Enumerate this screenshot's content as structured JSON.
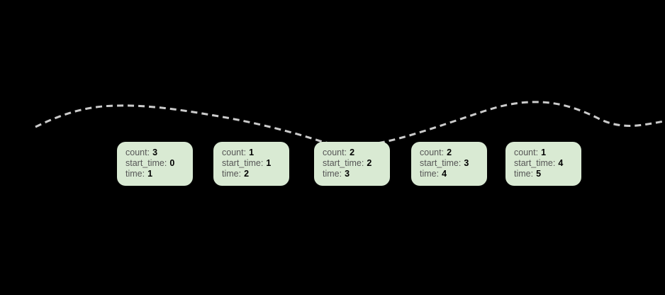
{
  "colors": {
    "background": "#000000",
    "box_fill": "#d9ead3",
    "label_text": "#565656",
    "value_text": "#000000",
    "curve": "#cbcbcb"
  },
  "curve": {
    "color": "#cbcbcb",
    "style": "dashed"
  },
  "boxes": {
    "items": [
      {
        "fields": [
          {
            "label": "count:",
            "value": "3"
          },
          {
            "label": "start_time:",
            "value": "0"
          },
          {
            "label": "time:",
            "value": "1"
          }
        ]
      },
      {
        "fields": [
          {
            "label": "count:",
            "value": "1"
          },
          {
            "label": "start_time:",
            "value": "1"
          },
          {
            "label": "time:",
            "value": "2"
          }
        ]
      },
      {
        "fields": [
          {
            "label": "count:",
            "value": "2"
          },
          {
            "label": "start_time:",
            "value": "2"
          },
          {
            "label": "time:",
            "value": "3"
          }
        ]
      },
      {
        "fields": [
          {
            "label": "count:",
            "value": "2"
          },
          {
            "label": "start_time:",
            "value": "3"
          },
          {
            "label": "time:",
            "value": "4"
          }
        ]
      },
      {
        "fields": [
          {
            "label": "count:",
            "value": "1"
          },
          {
            "label": "start_time:",
            "value": "4"
          },
          {
            "label": "time:",
            "value": "5"
          }
        ]
      }
    ]
  }
}
